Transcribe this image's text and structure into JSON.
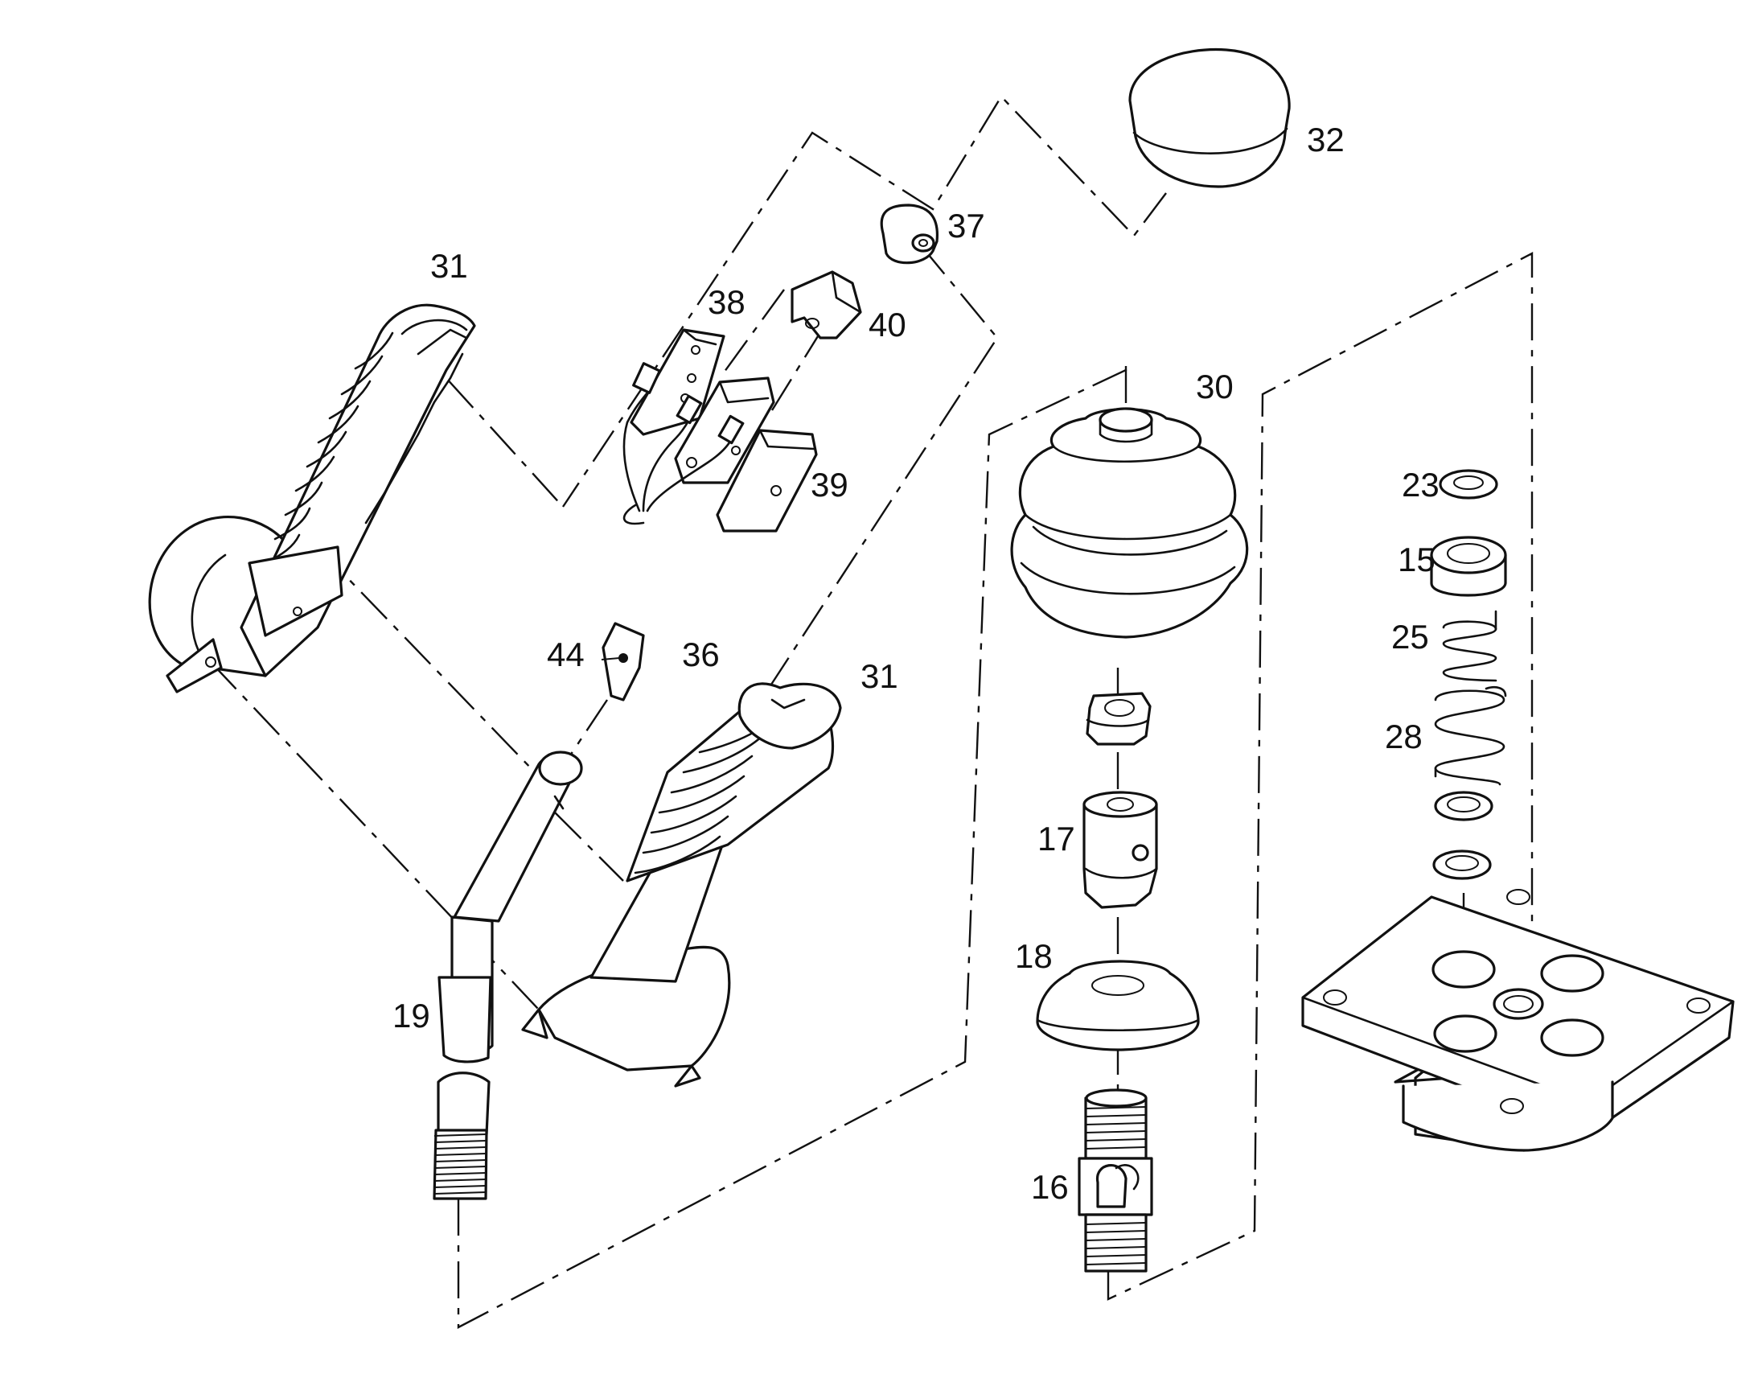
{
  "callouts": [
    {
      "id": "31a",
      "text": "31"
    },
    {
      "id": "31b",
      "text": "31"
    },
    {
      "id": "32",
      "text": "32"
    },
    {
      "id": "37",
      "text": "37"
    },
    {
      "id": "38",
      "text": "38"
    },
    {
      "id": "40",
      "text": "40"
    },
    {
      "id": "39",
      "text": "39"
    },
    {
      "id": "44",
      "text": "44"
    },
    {
      "id": "36",
      "text": "36"
    },
    {
      "id": "19",
      "text": "19"
    },
    {
      "id": "30",
      "text": "30"
    },
    {
      "id": "17",
      "text": "17"
    },
    {
      "id": "18",
      "text": "18"
    },
    {
      "id": "16",
      "text": "16"
    },
    {
      "id": "23",
      "text": "23"
    },
    {
      "id": "15",
      "text": "15"
    },
    {
      "id": "25",
      "text": "25"
    },
    {
      "id": "28",
      "text": "28"
    }
  ]
}
